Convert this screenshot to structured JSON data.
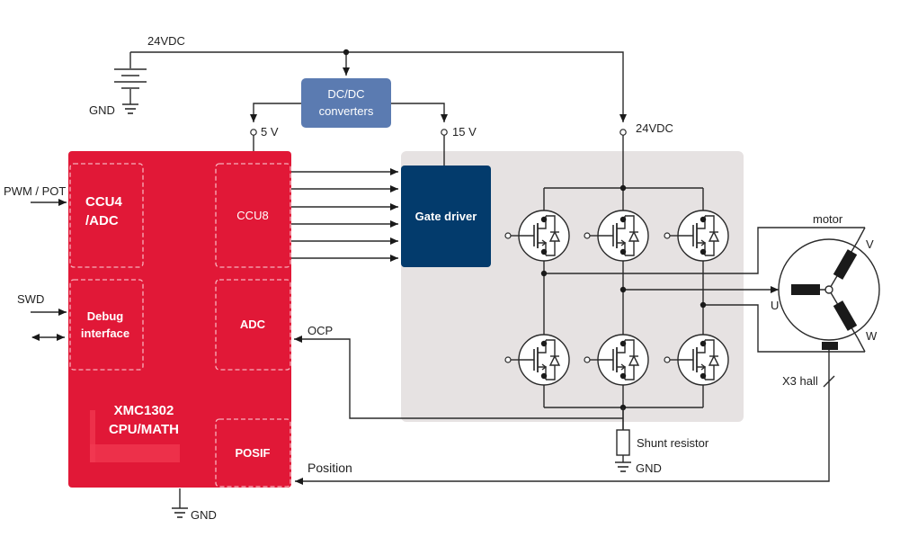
{
  "supply": {
    "top_label": "24VDC",
    "gnd_label": "GND"
  },
  "dcdc": {
    "line1": "DC/DC",
    "line2": "converters",
    "out_5v": "5 V",
    "out_15v": "15 V"
  },
  "inverter": {
    "supply_label": "24VDC"
  },
  "mcu": {
    "ccu4_line1": "CCU4",
    "ccu4_line2": "/ADC",
    "ccu8": "CCU8",
    "debug_line1": "Debug",
    "debug_line2": "interface",
    "adc": "ADC",
    "cpu_line1": "XMC1302",
    "cpu_line2": "CPU/MATH",
    "posif": "POSIF",
    "gnd_label": "GND"
  },
  "inputs": {
    "pwm_pot": "PWM / POT",
    "swd": "SWD"
  },
  "gate_driver": "Gate driver",
  "ocp": "OCP",
  "position": "Position",
  "shunt": {
    "label": "Shunt resistor",
    "gnd_label": "GND"
  },
  "motor": {
    "title": "motor",
    "phase_u": "U",
    "phase_v": "V",
    "phase_w": "W",
    "hall": "X3 hall"
  },
  "colors": {
    "mcu_red": "#e11837",
    "dcdc_blue": "#5b7bb1",
    "gate_driver_blue": "#033b6c",
    "power_stage_bg": "#e6e2e2"
  }
}
